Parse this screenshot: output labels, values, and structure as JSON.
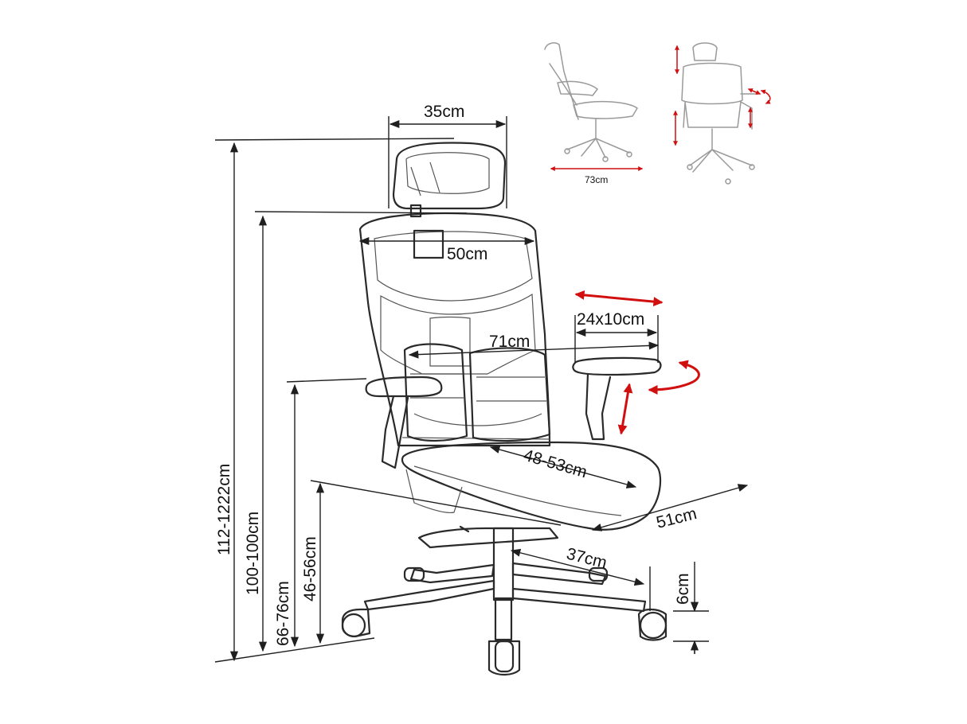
{
  "diagram": {
    "labels": {
      "headrest_width": "35cm",
      "back_width": "50cm",
      "armrest_pad": "24x10cm",
      "overall_width": "71cm",
      "seat_depth": "48-53cm",
      "seat_width": "51cm",
      "base_radius": "37cm",
      "caster_height": "6cm",
      "total_height": "112-1222cm",
      "height_without_headrest": "100-100cm",
      "armrest_height": "66-76cm",
      "seat_height": "46-56cm",
      "thumbnail_width": "73cm"
    },
    "colors": {
      "line": "#1f1f1f",
      "adjust_arrow": "#d10f0f",
      "background": "#ffffff"
    }
  }
}
